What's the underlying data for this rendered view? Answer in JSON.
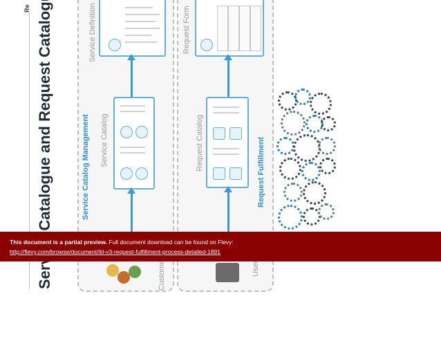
{
  "slide": {
    "corner_label": "Re",
    "title": "Service Catalogue and Request Catalogue"
  },
  "left_lane": {
    "heading": "Service Catalog Management",
    "panel_title": "Service Catalog",
    "top_panel_title": "Service Definition",
    "customer_label": "Customers"
  },
  "right_lane": {
    "heading": "Request Fulfillment",
    "panel_title": "Request Catalog",
    "top_panel_title": "Request Form",
    "user_label": "Users"
  },
  "preview_banner": {
    "line1_bold": "This document is a partial preview.",
    "line1_rest": " Full document download can be found on Flevy:",
    "link": "http://flevy.com/browse/document/itil-v3-request-fulfillment-process-detailed-1891"
  },
  "colors": {
    "banner": "#8b0000",
    "accent": "#3a9ad9",
    "lane_label": "#2f8fd0"
  }
}
